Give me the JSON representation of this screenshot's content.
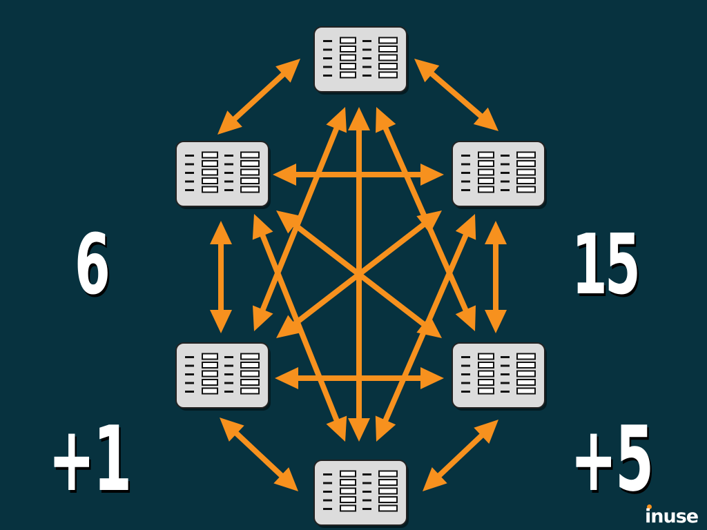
{
  "labels": {
    "left_count": "6",
    "right_count": "15",
    "left_increment": "+1",
    "right_increment": "+5"
  },
  "brand": {
    "logo_text": "inuse"
  },
  "diagram": {
    "node_count": 6,
    "node_icon": "table-icon",
    "connection_style": "double-headed-arrow",
    "colors": {
      "background": "#07323f",
      "arrow": "#f7911e",
      "node_fill": "#dcdcdc",
      "node_border": "#222222",
      "text": "#ffffff"
    }
  }
}
